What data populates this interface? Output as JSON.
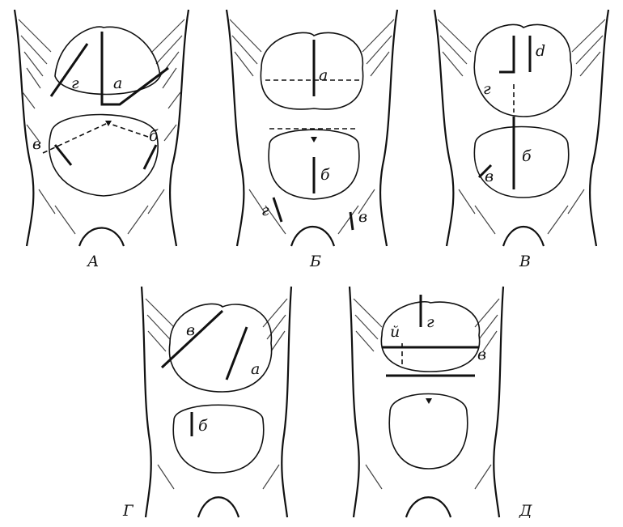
{
  "figures": [
    {
      "id": "A",
      "caption": "А",
      "marks": [
        "г",
        "а",
        "в",
        "б"
      ]
    },
    {
      "id": "B",
      "caption": "Б",
      "marks": [
        "а",
        "б",
        "г",
        "в"
      ]
    },
    {
      "id": "V",
      "caption": "В",
      "marks": [
        "d",
        "г",
        "б",
        "в"
      ]
    },
    {
      "id": "G",
      "caption": "Г",
      "marks": [
        "в",
        "а",
        "б"
      ]
    },
    {
      "id": "D",
      "caption": "Д",
      "marks": [
        "й",
        "г",
        "в"
      ]
    }
  ],
  "colors": {
    "ink": "#111111",
    "hatch": "#444444",
    "paper": "#ffffff"
  }
}
